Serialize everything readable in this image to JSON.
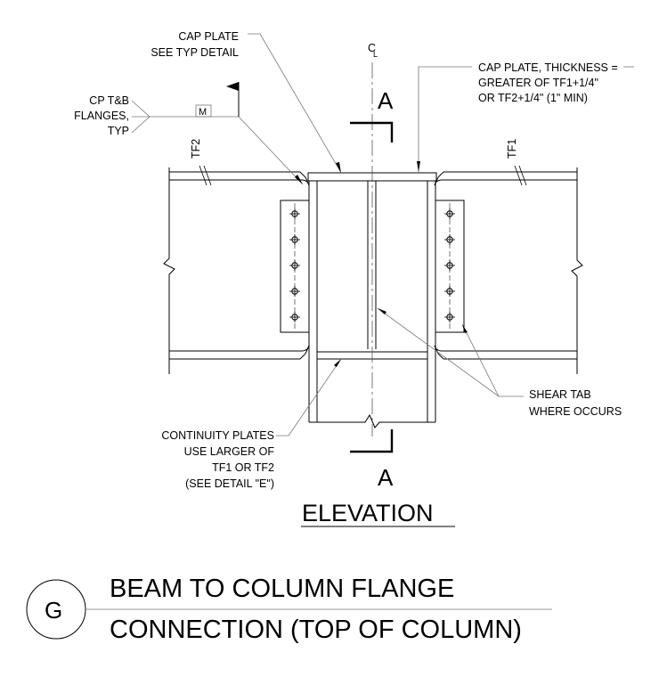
{
  "labels": {
    "cap_plate_l1": "CAP PLATE",
    "cap_plate_l2": "SEE TYP DETAIL",
    "cp_l1": "CP T&B",
    "cp_l2": "FLANGES,",
    "cp_l3": "TYP",
    "weld_flag_letter": "M",
    "cl_symbol": "C",
    "cl_symbol_sub": "L",
    "thick_l1": "CAP PLATE, THICKNESS =",
    "thick_l2": "GREATER OF TF1+1/4\"",
    "thick_l3": "OR TF2+1/4\" (1\" MIN)",
    "tf2": "TF2",
    "tf1": "TF1",
    "shear_l1": "SHEAR TAB",
    "shear_l2": "WHERE OCCURS",
    "cont_l1": "CONTINUITY PLATES",
    "cont_l2": "USE LARGER OF",
    "cont_l3": "TF1 OR TF2",
    "cont_l4": "(SEE DETAIL \"E\")"
  },
  "section_cut": {
    "top": "A",
    "bottom": "A"
  },
  "view_title": "ELEVATION",
  "detail": {
    "tag": "G",
    "title_l1": "BEAM TO COLUMN FLANGE",
    "title_l2": "CONNECTION (TOP OF COLUMN)"
  }
}
